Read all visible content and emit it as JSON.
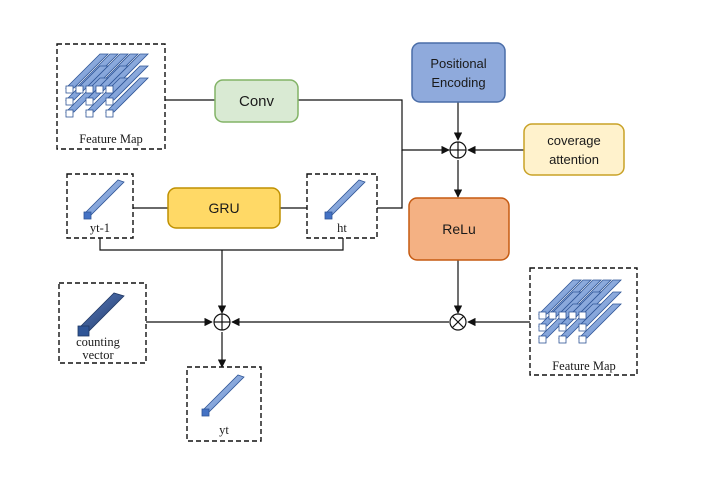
{
  "blocks": {
    "conv": "Conv",
    "gru": "GRU",
    "positional_encoding": [
      "Positional",
      "Encoding"
    ],
    "coverage_attention": [
      "coverage",
      "attention"
    ],
    "relu": "ReLu"
  },
  "tensors": {
    "feature_map_top": "Feature Map",
    "feature_map_right": "Feature Map",
    "y_prev": "yt-1",
    "hidden": "ht",
    "counting_vector": [
      "counting",
      "vector"
    ],
    "output": "yt"
  },
  "operators": {
    "add_symbol": "⊕",
    "multiply_symbol": "⊗"
  },
  "colors": {
    "conv_fill": "#d9ead3",
    "conv_stroke": "#82b366",
    "gru_fill": "#ffd966",
    "gru_stroke": "#bf9000",
    "positional_fill": "#8faadc",
    "positional_stroke": "#4a6da8",
    "coverage_fill": "#fff2cc",
    "coverage_stroke": "#c9a227",
    "relu_fill": "#f4b183",
    "relu_stroke": "#c55a11",
    "tensor_face": "#4472c4",
    "counting_face": "#2f5597"
  }
}
